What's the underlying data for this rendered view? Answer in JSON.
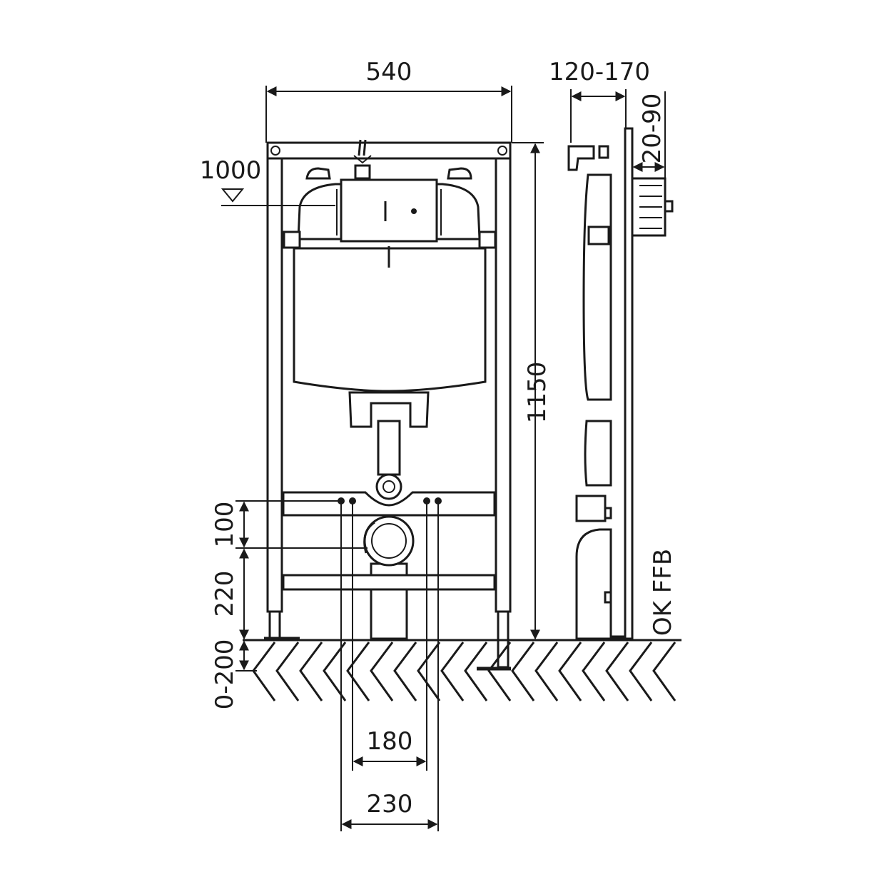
{
  "dimensions": {
    "frame_width": "540",
    "wall_depth": "120-170",
    "plate_offset": "20-90",
    "height_marker": "1000",
    "frame_height": "1150",
    "dim_100": "100",
    "dim_220": "220",
    "dim_floor": "0-200",
    "dim_180": "180",
    "dim_230": "230"
  },
  "labels": {
    "floor_level": "OK FFB"
  },
  "colors": {
    "line": "#1a1a1a",
    "background": "#ffffff"
  }
}
